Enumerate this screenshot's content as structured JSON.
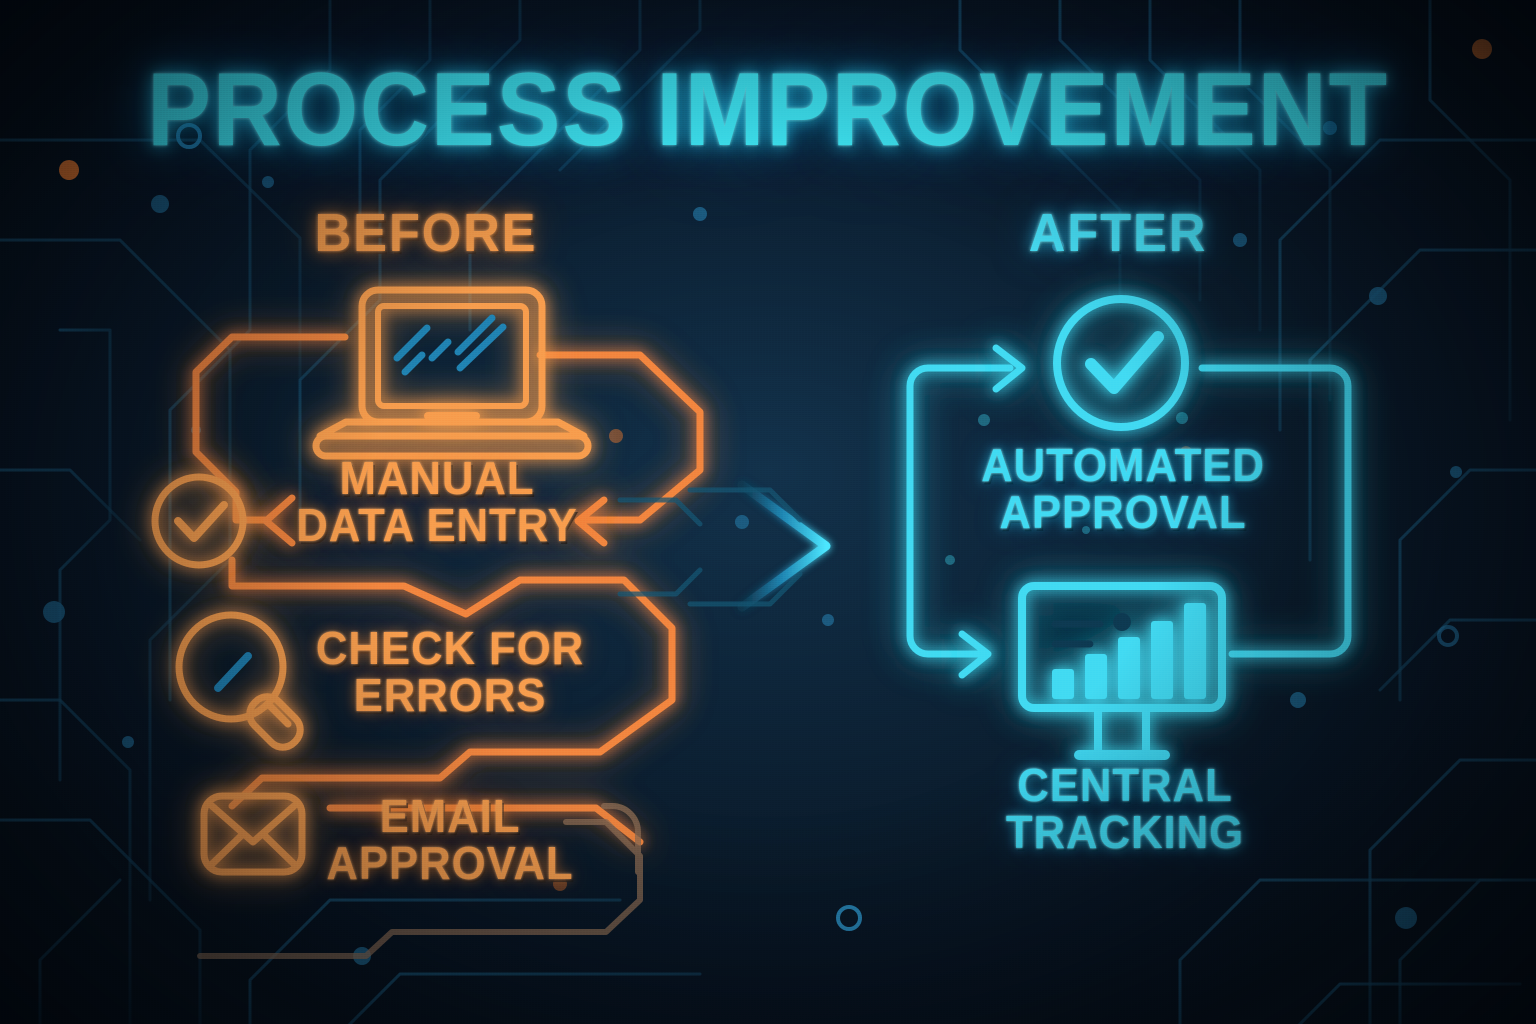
{
  "page": {
    "title": "PROCESS IMPROVEMENT",
    "theme": "dark circuit-board neon infographic"
  },
  "colors": {
    "background_deep": "#050d16",
    "background_center": "#123049",
    "accent_cyan": "#3fd9f2",
    "accent_cyan_bright": "#3ff0ff",
    "accent_orange": "#f79a4b",
    "circuit_trace": "#14425f",
    "dot_orange": "#e8762a",
    "dot_blue": "#1d5d82"
  },
  "sections": {
    "before": {
      "heading": "BEFORE",
      "color": "#f79a4b",
      "nodes": [
        {
          "icon": "laptop-icon",
          "label_line1": "MANUAL",
          "label_line2": "DATA ENTRY"
        },
        {
          "icon": "magnifier-icon",
          "label_line1": "CHECK FOR",
          "label_line2": "ERRORS"
        },
        {
          "icon": "envelope-icon",
          "label_line1": "EMAIL",
          "label_line2": "APPROVAL"
        }
      ],
      "side_icon": "check-circle-icon"
    },
    "after": {
      "heading": "AFTER",
      "color": "#3fd9f2",
      "nodes": [
        {
          "icon": "check-circle-icon",
          "label_line1": "AUTOMATED",
          "label_line2": "APPROVAL"
        },
        {
          "icon": "monitor-chart-icon",
          "label_line1": "CENTRAL",
          "label_line2": "TRACKING"
        }
      ]
    }
  },
  "transition": {
    "icon": "chevron-right-arrow-icon",
    "direction": "before-to-after"
  },
  "chart_icon_data": {
    "type": "bar",
    "bars": [
      30,
      45,
      62,
      78,
      96
    ],
    "note": "five ascending bars inside the monitor icon"
  }
}
